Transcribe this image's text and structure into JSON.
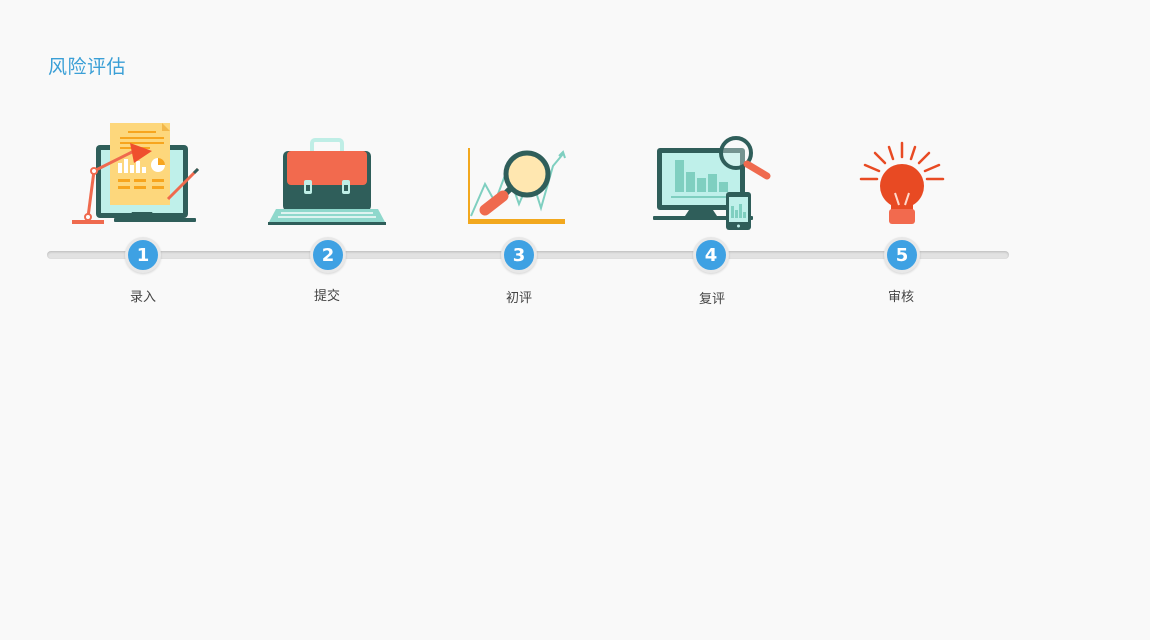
{
  "page": {
    "title": "风险评估"
  },
  "steps": [
    {
      "number": "1",
      "label": "录入",
      "icon": "monitor-document-icon"
    },
    {
      "number": "2",
      "label": "提交",
      "icon": "briefcase-laptop-icon"
    },
    {
      "number": "3",
      "label": "初评",
      "icon": "magnifier-chart-icon"
    },
    {
      "number": "4",
      "label": "复评",
      "icon": "monitor-phone-analytics-icon"
    },
    {
      "number": "5",
      "label": "审核",
      "icon": "lightbulb-icon"
    }
  ],
  "colors": {
    "accent": "#3ea1e3",
    "title": "#3a9fd6"
  }
}
